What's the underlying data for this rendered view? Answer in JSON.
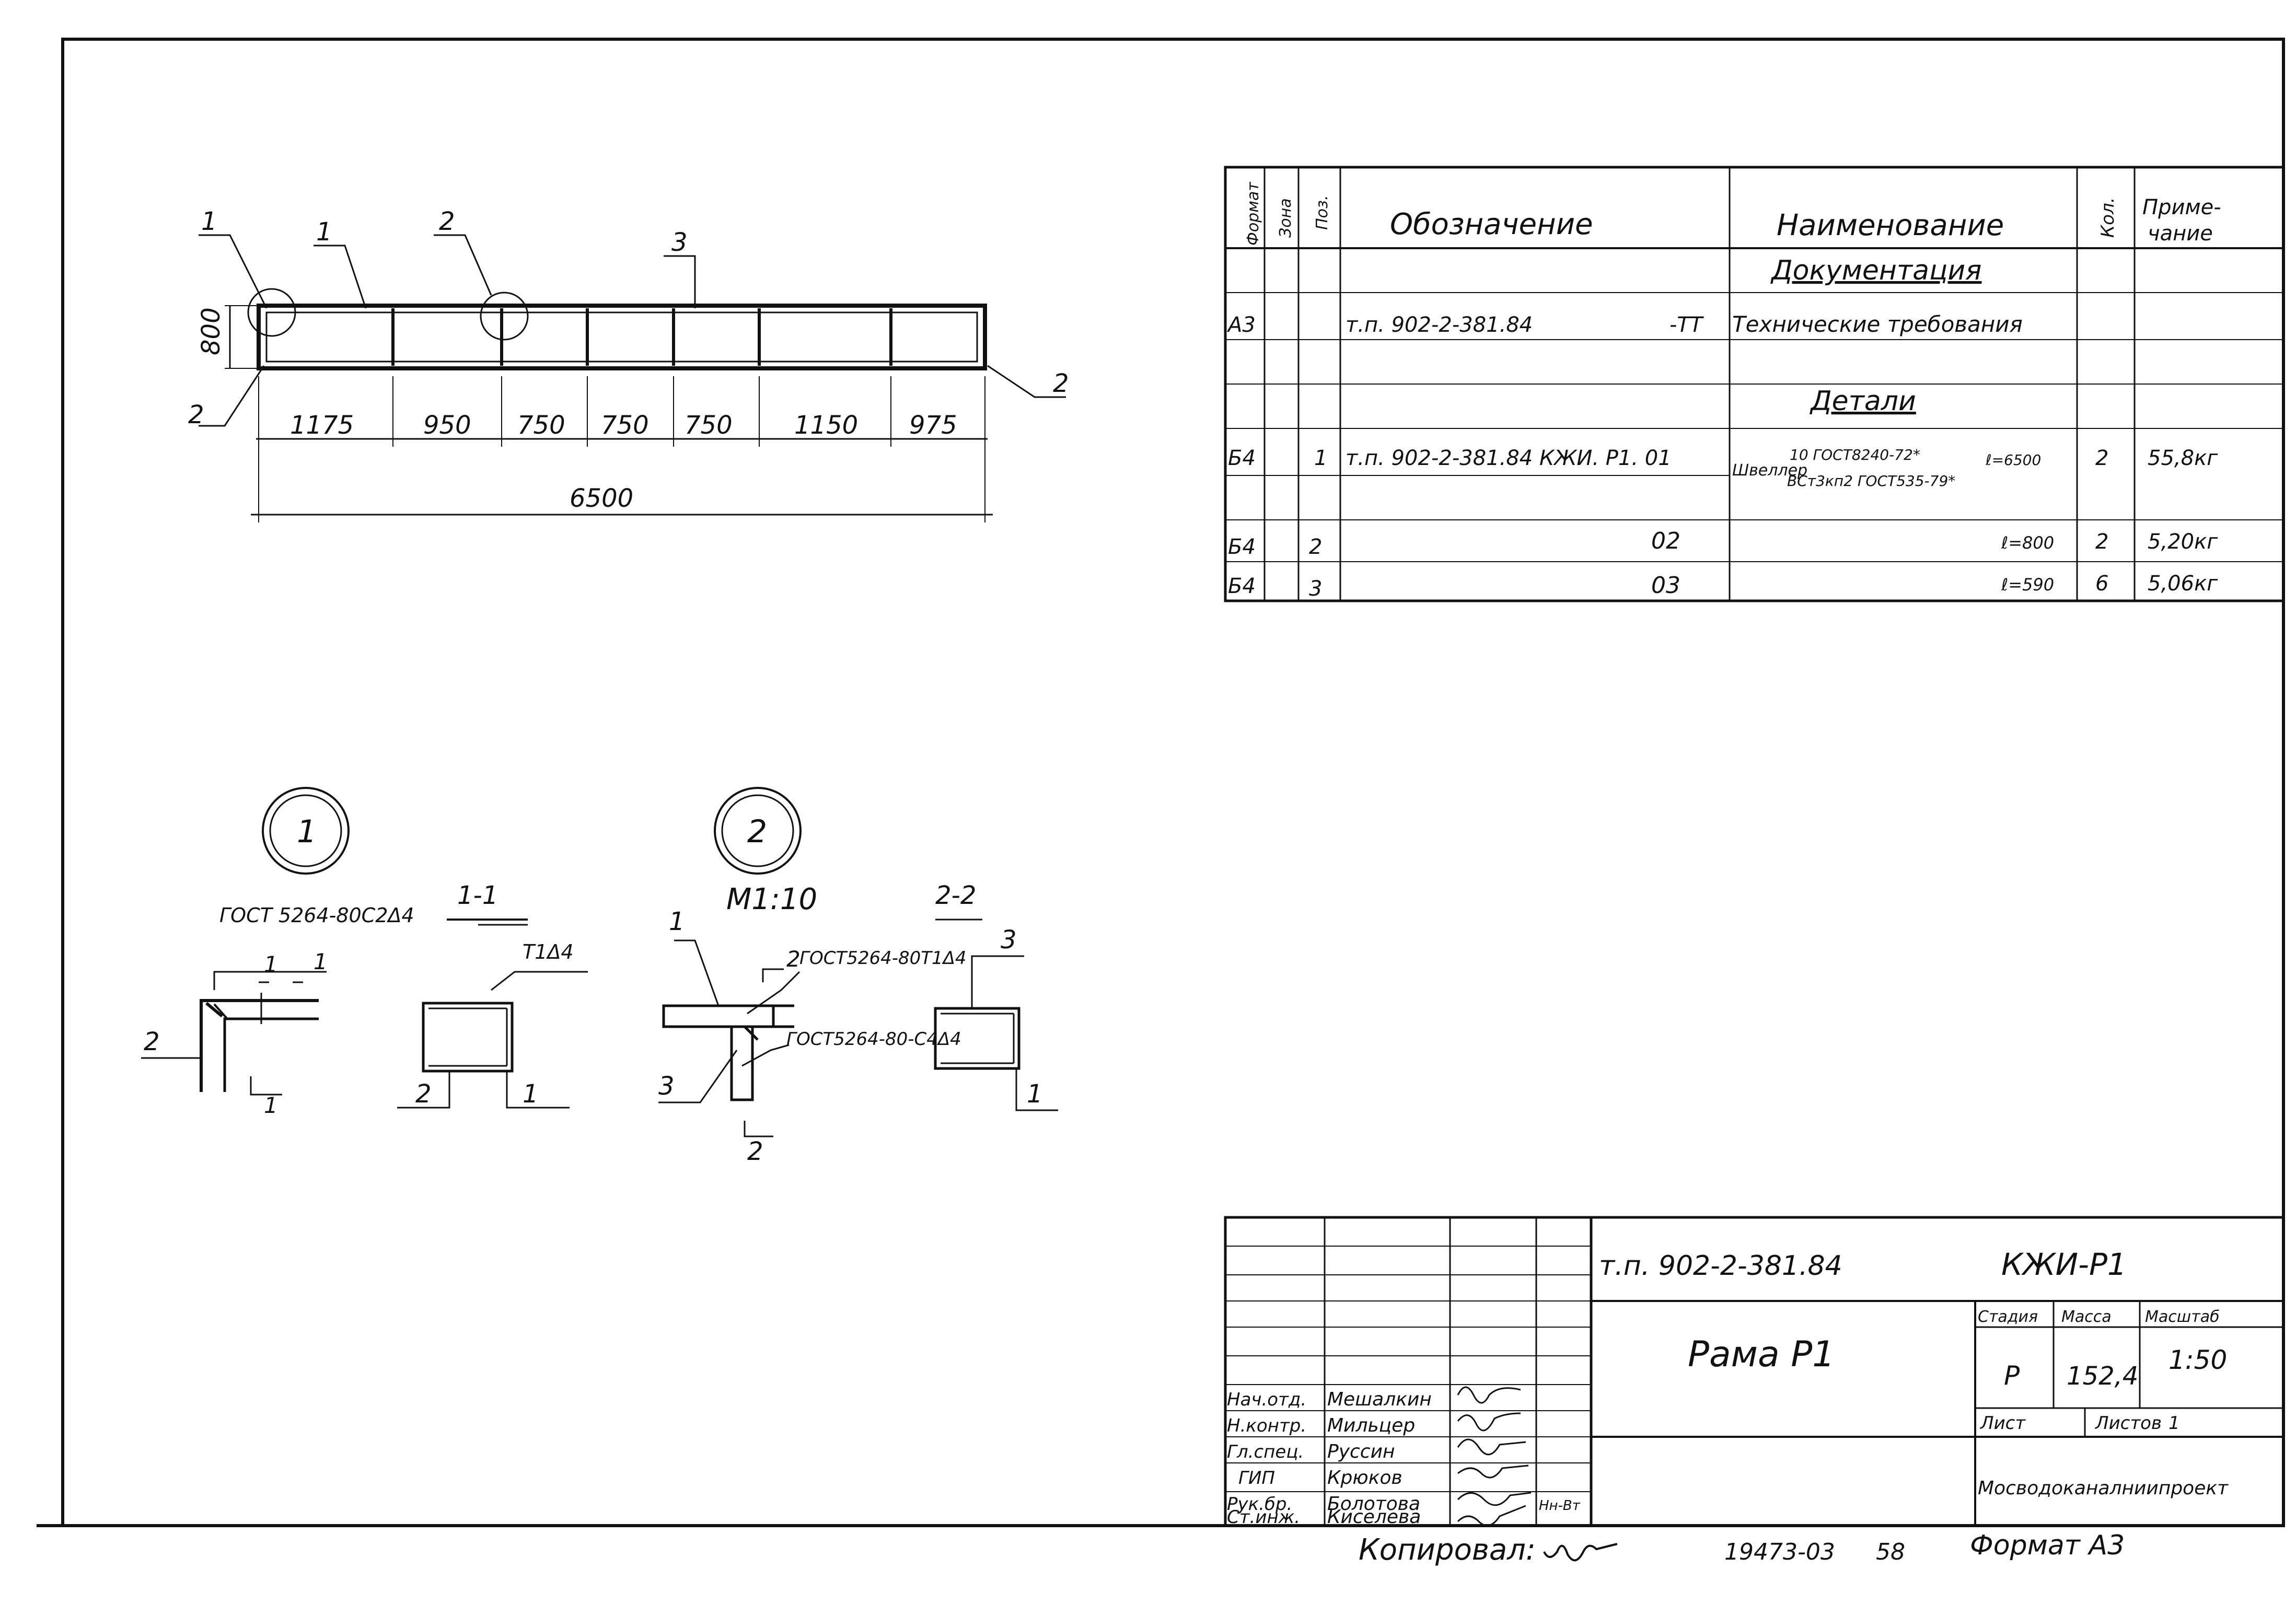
{
  "spec": {
    "headers": [
      "Формат",
      "Зона",
      "Поз.",
      "Обозначение",
      "Наименование",
      "Кол.",
      "Приме-",
      "чание"
    ],
    "rows": [
      {
        "format": "",
        "zone": "",
        "pos": "",
        "designation": "",
        "name": "Документация",
        "qty": "",
        "note": ""
      },
      {
        "format": "А3",
        "zone": "",
        "pos": "",
        "designation": "т.п. 902-2-381.84",
        "designation_suffix": "-ТТ",
        "name": "Технические требования",
        "qty": "",
        "note": ""
      },
      {
        "format": "",
        "zone": "",
        "pos": "",
        "designation": "",
        "name": "Детали",
        "qty": "",
        "note": ""
      },
      {
        "format": "Б4",
        "zone": "",
        "pos": "1",
        "designation": "т.п. 902-2-381.84 КЖИ. Р1. 01",
        "name_prefix": "Швеллер",
        "name_top": "10 ГОСТ8240-72*",
        "name_len": "ℓ=6500",
        "name_bottom": "ВСт3кп2 ГОСТ535-79*",
        "qty": "2",
        "note": "55,8кг"
      },
      {
        "format": "Б4",
        "zone": "",
        "pos": "2",
        "designation": "02",
        "name": "ℓ=800",
        "qty": "2",
        "note": "5,20кг"
      },
      {
        "format": "Б4",
        "zone": "",
        "pos": "3",
        "designation": "03",
        "name": "ℓ=590",
        "qty": "6",
        "note": "5,06кг"
      }
    ]
  },
  "plan": {
    "dims": [
      "1175",
      "950",
      "750",
      "750",
      "750",
      "1150",
      "975"
    ],
    "total": "6500",
    "height": "800",
    "callouts": [
      "1",
      "1",
      "2",
      "3",
      "2",
      "2"
    ]
  },
  "details": {
    "node1": "1",
    "node2": "2",
    "scale": "М1:10",
    "sec11": "1-1",
    "sec22": "2-2",
    "weld1": "ГОСТ 5264-80С2Δ4",
    "weld2": "Т1Δ4",
    "weld3": "ГОСТ5264-80Т1Δ4",
    "weld4": "ГОСТ5264-80-С4Δ4",
    "marks": [
      "1",
      "2",
      "1",
      "2",
      "3",
      "1",
      "2",
      "3",
      "1",
      "1",
      "2",
      "2",
      "2"
    ]
  },
  "stamp": {
    "doc": "т.п. 902-2-381.84",
    "code": "КЖИ-Р1",
    "title": "Рама Р1",
    "stage_h": "Стадия",
    "mass_h": "Масса",
    "scale_h": "Масштаб",
    "stage": "Р",
    "mass": "152,4",
    "scale": "1:50",
    "sheet": "Лист",
    "sheets": "Листов",
    "sheets_n": "1",
    "org": "Мосводоканалниипроект",
    "roles": [
      "Нач.отд.",
      "Н.контр.",
      "Гл.спец.",
      "ГИП",
      "Рук.бр.",
      "Ст.инж."
    ],
    "names": [
      "Мешалкин",
      "Мильцер",
      "Руссин",
      "Крюков",
      "Болотова",
      "Киселева"
    ],
    "signature_note": "Нн-Вт"
  },
  "footer": {
    "copied": "Копировал:",
    "number": "19473-03",
    "page": "58",
    "format": "Формат А3"
  }
}
